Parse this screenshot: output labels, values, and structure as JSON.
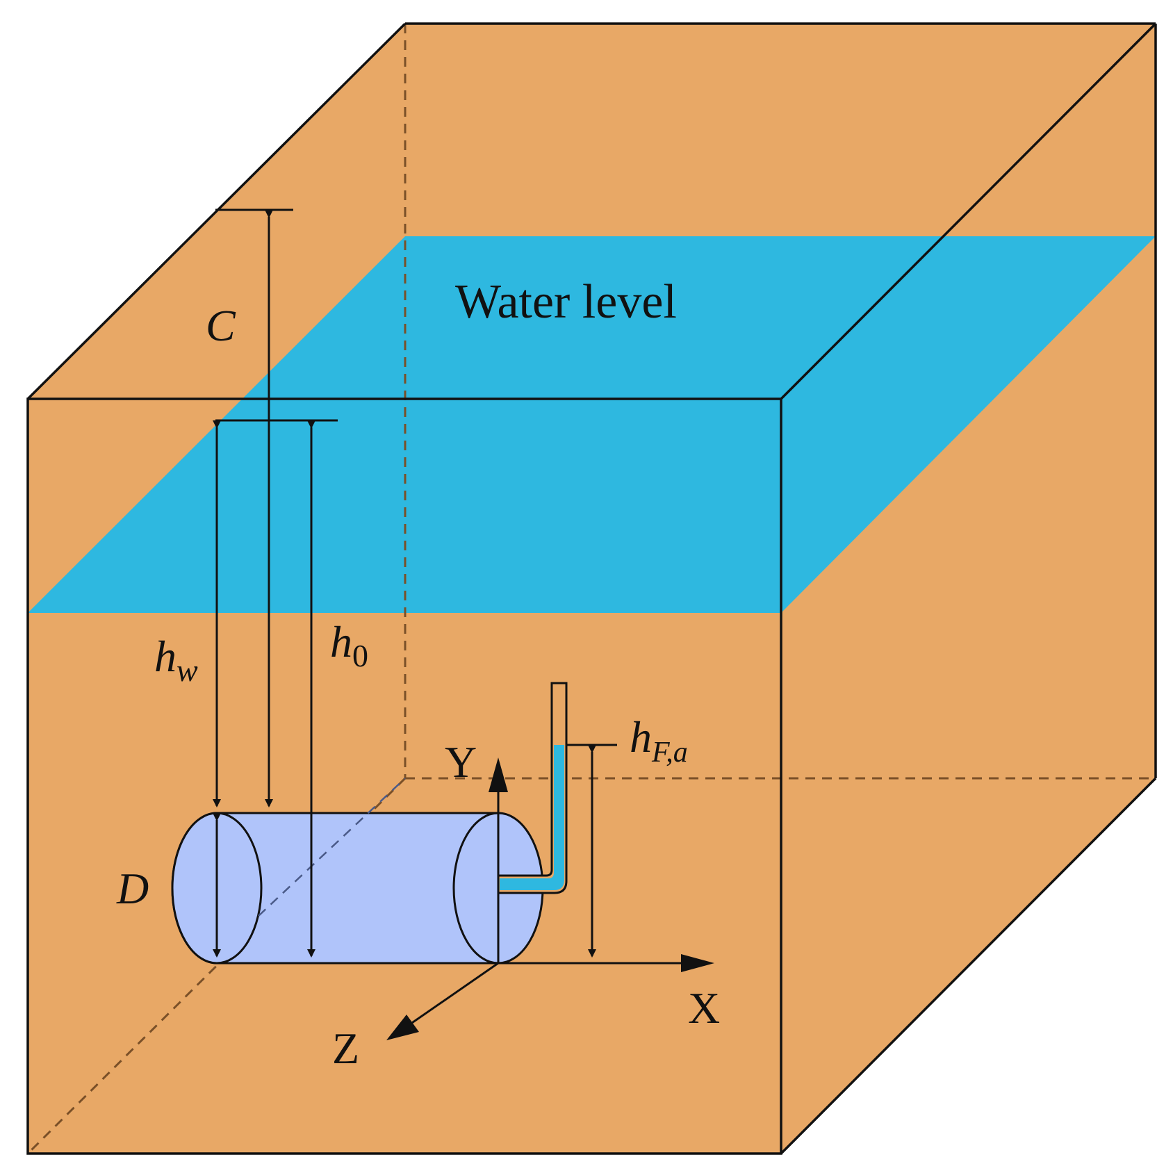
{
  "labels": {
    "water_level": "Water level",
    "C": "C",
    "h": "h",
    "w_sub": "w",
    "zero_sub": "0",
    "F_a_sub": "F,a",
    "D": "D",
    "X": "X",
    "Y": "Y",
    "Z": "Z"
  },
  "colors": {
    "soil": "#E8A866",
    "water": "#2EB8E0",
    "pipe": "#B0C4FA",
    "line": "#111111",
    "hidden_edge": "#7A5028"
  }
}
